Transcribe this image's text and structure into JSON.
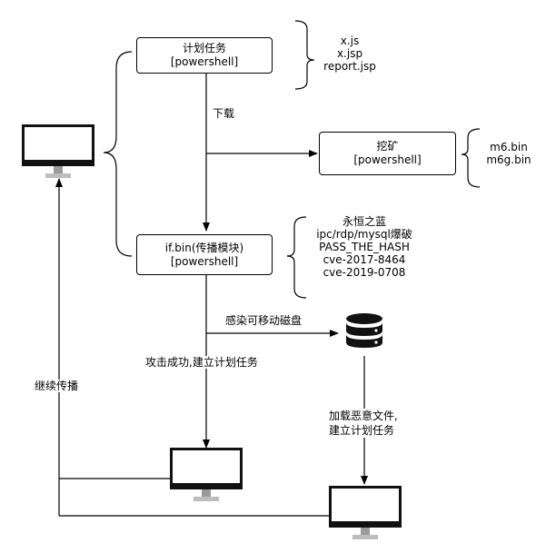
{
  "nodes": {
    "schedule_task": {
      "line1": "计划任务",
      "line2": "[powershell]"
    },
    "mining": {
      "line1": "挖矿",
      "line2": "[powershell]"
    },
    "propagation": {
      "line1": "if.bin(传播模块)",
      "line2": "[powershell]"
    }
  },
  "lists": {
    "downloaded_files": [
      "x.js",
      "x.jsp",
      "report.jsp"
    ],
    "miner_files": [
      "m6.bin",
      "m6g.bin"
    ],
    "propagation_methods": [
      "永恒之蓝",
      "ipc/rdp/mysql爆破",
      "PASS_THE_HASH",
      "cve-2017-8464",
      "cve-2019-0708"
    ]
  },
  "edges": {
    "download": "下载",
    "infect_removable": "感染可移动磁盘",
    "attack_success": "攻击成功,建立计划任务",
    "load_malicious_line1": "加载恶意文件,",
    "load_malicious_line2": "建立计划任务",
    "continue_spread": "继续传播"
  },
  "icons": {
    "computer": "desktop-computer-icon",
    "storage": "database-icon"
  },
  "colors": {
    "line": "#000000",
    "screen_border": "#111111",
    "db_fill": "#111111"
  }
}
